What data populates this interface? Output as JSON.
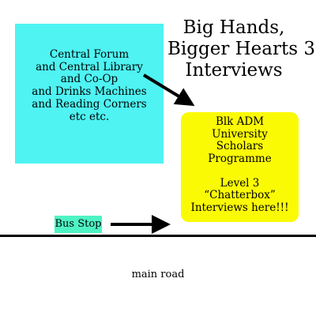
{
  "title": {
    "lines": [
      "Big Hands,",
      "Bigger Hearts 3.",
      "Interviews"
    ]
  },
  "forum_box": {
    "lines": [
      "Central Forum",
      "and Central Library",
      "and Co-Op",
      "and Drinks Machines",
      "and Reading Corners",
      "etc etc."
    ],
    "color": "#4ef3f2"
  },
  "adm_box": {
    "lines": [
      "Blk ADM",
      "University",
      "Scholars",
      "Programme",
      "",
      "Level 3",
      "“Chatterbox”",
      "Interviews here!!!"
    ],
    "color": "#fbfa05"
  },
  "bus_stop": {
    "label": "Bus Stop",
    "color": "#4ef3c4"
  },
  "road": {
    "label": "main road",
    "color": "#000000"
  },
  "arrow_color": "#000000"
}
